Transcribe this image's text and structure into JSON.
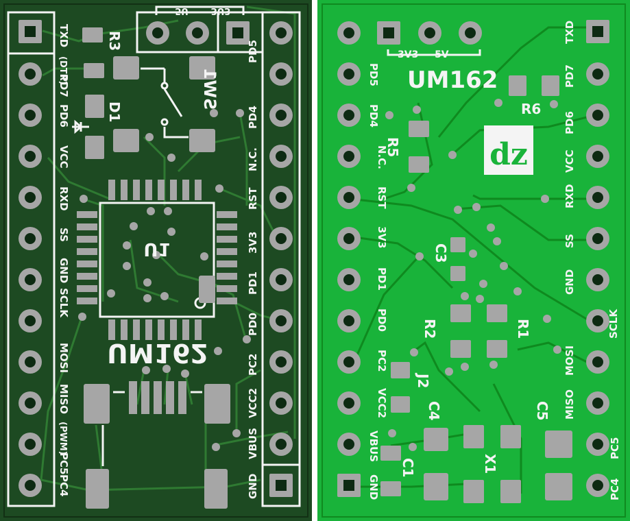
{
  "bottom_board": {
    "left_header": [
      "TXD",
      "(DTR)",
      "PD7",
      "PD6",
      "VCC",
      "RXD",
      "SS",
      "GND",
      "SCLK",
      "MOSI",
      "MISO",
      "(PWM)",
      "PC5",
      "PC4"
    ],
    "right_header": [
      "PD5",
      "PD4",
      "N.C.",
      "RST",
      "3V3",
      "PD1",
      "PD0",
      "PC2",
      "VCC2",
      "VBUS",
      "GND"
    ],
    "jumper_labels": [
      "5U",
      "3U3"
    ],
    "refs": {
      "r3": "R3",
      "d1": "D1",
      "sw1": "SW1",
      "u1": "U1"
    },
    "brand": "UM162"
  },
  "top_board": {
    "left_header": [
      "PD5",
      "PD4",
      "N.C.",
      "RST",
      "3V3",
      "PD1",
      "PD0",
      "PC2",
      "VCC2",
      "VBUS",
      "GND"
    ],
    "right_header": [
      "TXD",
      "PD7",
      "PD6",
      "VCC",
      "RXD",
      "SS",
      "GND",
      "SCLK",
      "MOSI",
      "MISO",
      "PC5",
      "PC4"
    ],
    "jumper_label": "3V3 — 5V",
    "title": "UM162",
    "logo": "dz",
    "refs": {
      "r5": "R5",
      "r6": "R6",
      "c3": "C3",
      "r2": "R2",
      "r1": "R1",
      "j2": "J2",
      "c4": "C4",
      "c5": "C5",
      "c1": "C1",
      "x1": "X1"
    }
  },
  "colors": {
    "bottom_copper": "#1d4a22",
    "top_copper": "#19b33a",
    "silkscreen": "#f4f4f4",
    "pad": "#a6a6a6"
  }
}
